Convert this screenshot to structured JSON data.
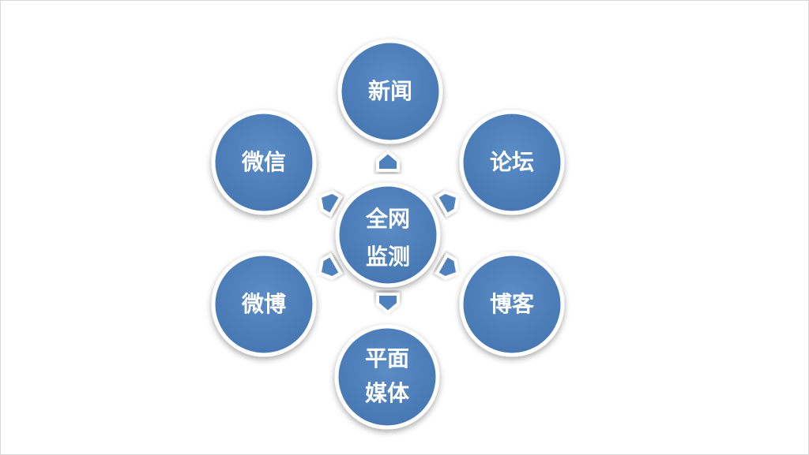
{
  "colors": {
    "node_fill": "#4f81bd",
    "node_stroke": "#ffffff",
    "arrow_fill": "#4f81bd",
    "text": "#ffffff"
  },
  "diagram": {
    "center": {
      "line1": "全网",
      "line2": "监测"
    },
    "nodes": [
      {
        "id": "news",
        "line1": "新闻",
        "line2": ""
      },
      {
        "id": "forum",
        "line1": "论坛",
        "line2": ""
      },
      {
        "id": "blog",
        "line1": "博客",
        "line2": ""
      },
      {
        "id": "print-media",
        "line1": "平面",
        "line2": "媒体"
      },
      {
        "id": "weibo",
        "line1": "微博",
        "line2": ""
      },
      {
        "id": "wechat",
        "line1": "微信",
        "line2": ""
      }
    ]
  }
}
